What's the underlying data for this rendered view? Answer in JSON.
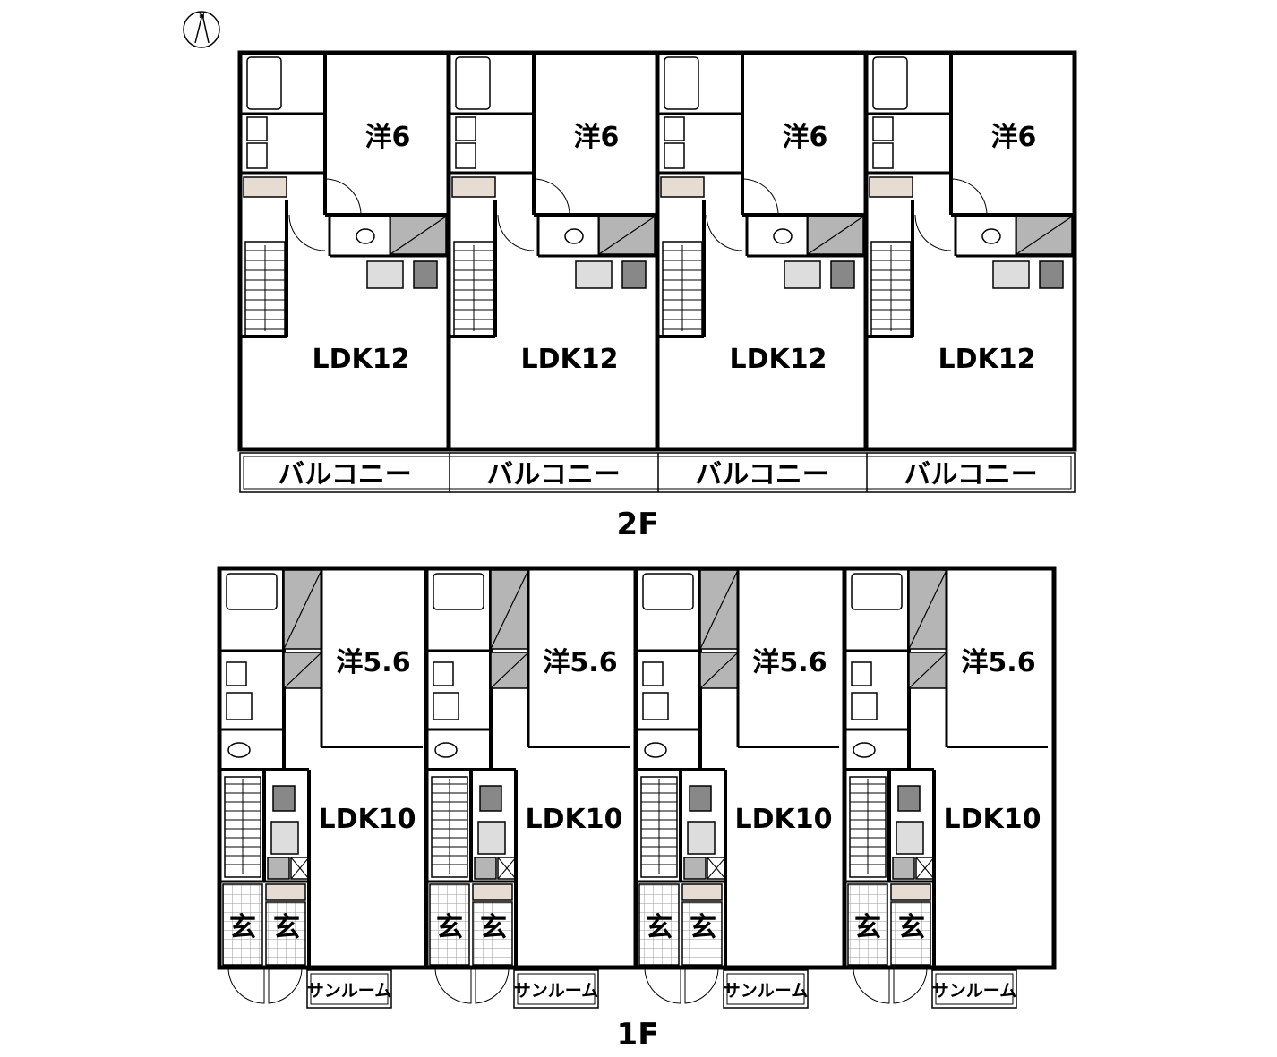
{
  "compass": {
    "letter": "N",
    "icon": "north-arrow-icon"
  },
  "floors": {
    "second": {
      "label": "2F",
      "units": [
        {
          "bedroom": "洋6",
          "ldk": "LDK12",
          "balcony": "バルコニー"
        },
        {
          "bedroom": "洋6",
          "ldk": "LDK12",
          "balcony": "バルコニー"
        },
        {
          "bedroom": "洋6",
          "ldk": "LDK12",
          "balcony": "バルコニー"
        },
        {
          "bedroom": "洋6",
          "ldk": "LDK12",
          "balcony": "バルコニー"
        }
      ]
    },
    "first": {
      "label": "1F",
      "units": [
        {
          "bedroom": "洋5.6",
          "ldk": "LDK10",
          "entrance_a": "玄",
          "entrance_b": "玄",
          "sunroom": "サンルーム"
        },
        {
          "bedroom": "洋5.6",
          "ldk": "LDK10",
          "entrance_a": "玄",
          "entrance_b": "玄",
          "sunroom": "サンルーム"
        },
        {
          "bedroom": "洋5.6",
          "ldk": "LDK10",
          "entrance_a": "玄",
          "entrance_b": "玄",
          "sunroom": "サンルーム"
        },
        {
          "bedroom": "洋5.6",
          "ldk": "LDK10",
          "entrance_a": "玄",
          "entrance_b": "玄",
          "sunroom": "サンルーム"
        }
      ]
    }
  },
  "colors": {
    "wall": "#000000",
    "fixture_fill": "#b5b5b5",
    "shoebox_fill": "#e6dcd2",
    "tile_line": "#9a9a9a"
  }
}
